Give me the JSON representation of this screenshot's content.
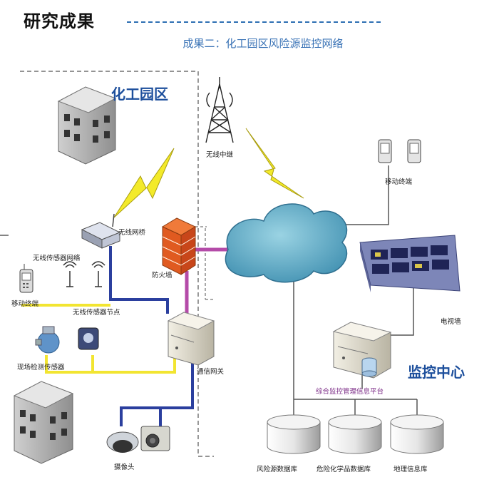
{
  "header": {
    "title": "研究成果",
    "subtitle": "成果二：化工园区风险源监控网络"
  },
  "zones": {
    "park": "化工园区",
    "center": "监控中心"
  },
  "nodes": {
    "wireless_relay": "无线中继",
    "mobile_terminal_right": "移动终端",
    "wireless_bridge": "无线网桥",
    "sensor_network": "无线传感器网络",
    "mobile_terminal_left": "移动终端",
    "sensor_nodes": "无线传感器节点",
    "firewall": "防火墙",
    "field_sensors": "现场检测传感器",
    "gateway": "通信网关",
    "video_wall": "电视墙",
    "platform": "综合监控管理信息平台",
    "camera": "摄像头",
    "db_risk": "风险源数据库",
    "db_chem": "危险化学品数据库",
    "db_geo": "地理信息库"
  },
  "colors": {
    "accent_blue": "#1d4f9c",
    "link_blue": "#2b3f9e",
    "link_yellow": "#f2e531",
    "link_magenta": "#b44ba8",
    "line_gray": "#555555",
    "cloud": "#5fb0c9"
  }
}
